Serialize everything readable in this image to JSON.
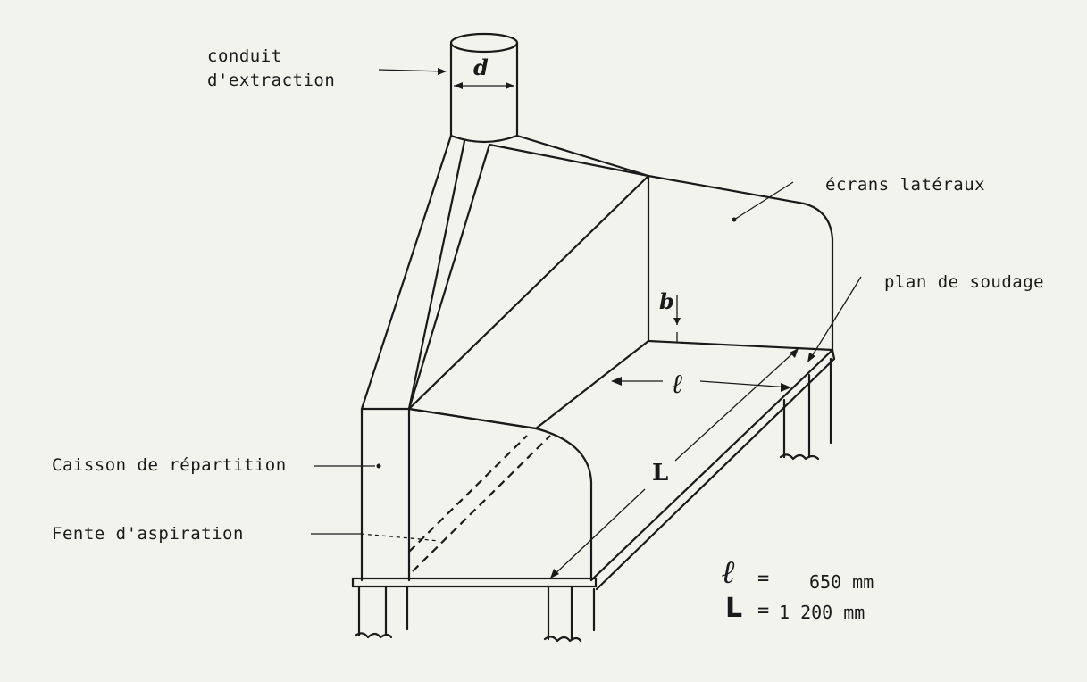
{
  "labels": {
    "conduit": "conduit\nd'extraction",
    "ecrans": "écrans latéraux",
    "plan": "plan de soudage",
    "caisson": "Caisson de répartition",
    "fente": "Fente d'aspiration"
  },
  "dimensions": {
    "d": "d",
    "b": "b",
    "l": "ℓ",
    "L": "L"
  },
  "specs": {
    "l_symbol": "ℓ",
    "l_eq": "=",
    "l_value": "650 mm",
    "L_symbol": "L",
    "L_eq": "=",
    "L_value": "1 200 mm"
  }
}
